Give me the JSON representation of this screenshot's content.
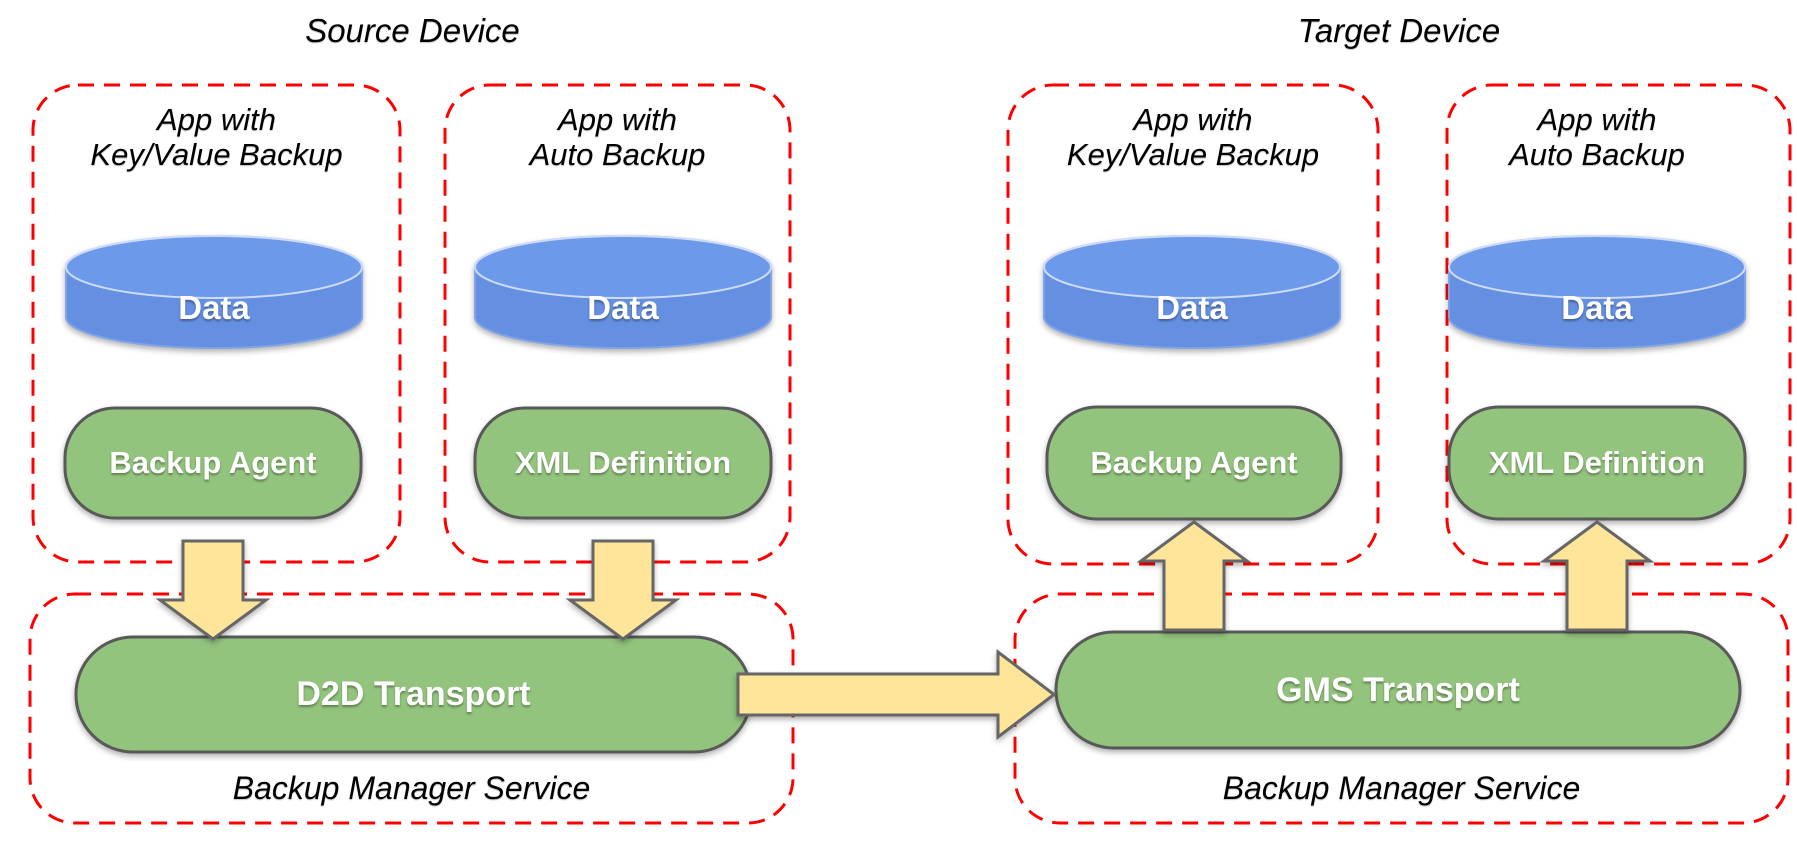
{
  "colors": {
    "dashed_border_red": "#ff0000",
    "cylinder_blue": "#6590e2",
    "cylinder_top_blue": "#6d99ea",
    "pill_green": "#93c47d",
    "shape_border_gray": "#595959",
    "arrow_yellow": "#ffe599",
    "arrow_border_gray": "#666666",
    "text_black": "#000000",
    "text_white": "#ffffff"
  },
  "devices": [
    {
      "title": "Source Device",
      "apps": [
        {
          "name_line1": "App with",
          "name_line2": "Key/Value Backup",
          "storage_label": "Data",
          "component_label": "Backup Agent"
        },
        {
          "name_line1": "App with",
          "name_line2": "Auto Backup",
          "storage_label": "Data",
          "component_label": "XML Definition"
        }
      ],
      "service": {
        "transport_label": "D2D Transport",
        "service_label": "Backup Manager Service"
      }
    },
    {
      "title": "Target Device",
      "apps": [
        {
          "name_line1": "App with",
          "name_line2": "Key/Value Backup",
          "storage_label": "Data",
          "component_label": "Backup Agent"
        },
        {
          "name_line1": "App with",
          "name_line2": "Auto Backup",
          "storage_label": "Data",
          "component_label": "XML Definition"
        }
      ],
      "service": {
        "transport_label": "GMS Transport",
        "service_label": "Backup Manager Service"
      }
    }
  ]
}
